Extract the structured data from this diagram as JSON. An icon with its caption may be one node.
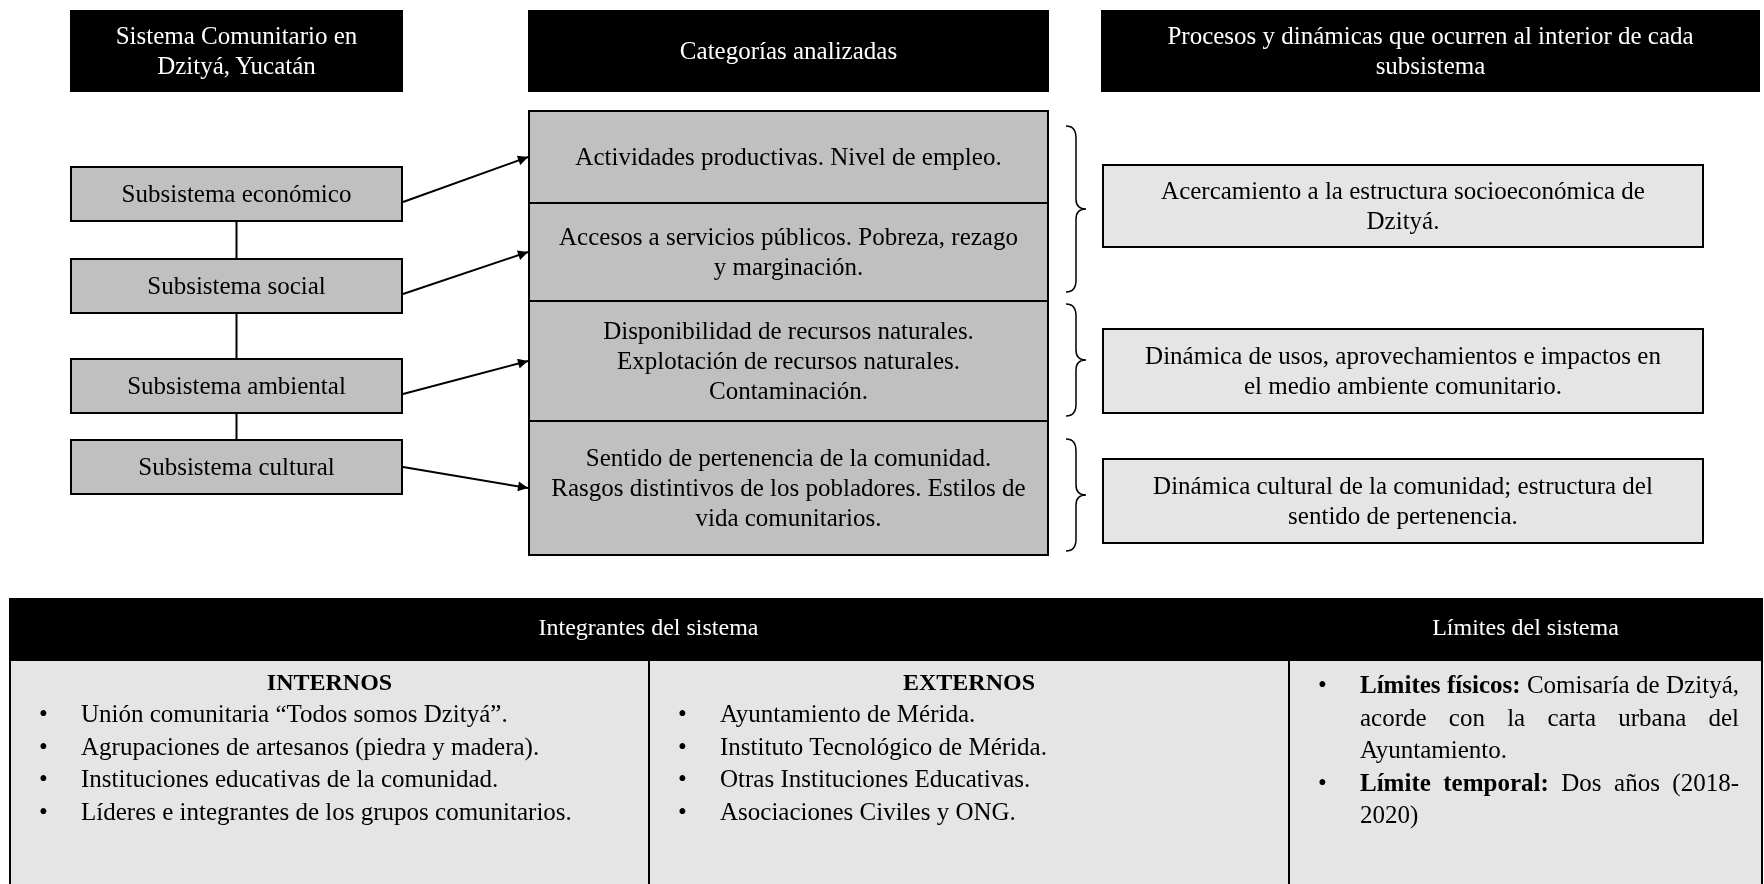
{
  "diagram": {
    "nodes": [
      {
        "text": [
          "Sistema Comunitario en Dzityá, Yucatán"
        ]
      },
      {
        "text": [
          "Categorías analizadas"
        ]
      },
      {
        "text": [
          "Procesos y dinámicas que ocurren al interior de cada subsistema"
        ]
      },
      {
        "text": [
          "Subsistema económico"
        ]
      },
      {
        "text": [
          "Subsistema social"
        ]
      },
      {
        "text": [
          "Subsistema ambiental"
        ]
      },
      {
        "text": [
          "Subsistema cultural"
        ]
      },
      {
        "text": [
          "Actividades productivas. Nivel de empleo."
        ]
      },
      {
        "text": [
          "Accesos a servicios públicos. Pobreza, rezago y marginación."
        ]
      },
      {
        "text": [
          "Disponibilidad de recursos naturales. Explotación de recursos naturales. Contaminación."
        ]
      },
      {
        "text": [
          "Sentido de pertenencia de la comunidad. Rasgos distintivos de los pobladores. Estilos de vida comunitarios."
        ]
      },
      {
        "text": [
          "Acercamiento a la estructura socioeconómica de Dzityá."
        ]
      },
      {
        "text": [
          "Dinámica de usos, aprovechamientos e impactos en el medio ambiente comunitario."
        ]
      },
      {
        "text": [
          "Dinámica cultural de la comunidad; estructura del sentido de pertenencia."
        ]
      }
    ],
    "edges": [
      {
        "from": 3,
        "to": 4,
        "arrow": "none"
      },
      {
        "from": 4,
        "to": 5,
        "arrow": "none"
      },
      {
        "from": 5,
        "to": 6,
        "arrow": "none"
      },
      {
        "from": 3,
        "to": 7,
        "arrow": "to"
      },
      {
        "from": 4,
        "to": 8,
        "arrow": "to"
      },
      {
        "from": 5,
        "to": 9,
        "arrow": "to"
      },
      {
        "from": 6,
        "to": 10,
        "arrow": "to"
      }
    ],
    "labels": [
      "Integrantes del sistema",
      "Límites del sistema",
      "INTERNOS",
      "•",
      "Unión comunitaria “Todos somos Dzityá”.",
      "•",
      "Agrupaciones de artesanos (piedra y madera).",
      "•",
      "Instituciones educativas de la comunidad.",
      "•",
      "Líderes e integrantes de los grupos comunitarios.",
      "EXTERNOS",
      "•",
      "Ayuntamiento de Mérida.",
      "•",
      "Instituto Tecnológico de Mérida.",
      "•",
      "Otras Instituciones Educativas.",
      "•",
      "Asociaciones Civiles y ONG.",
      "•",
      "**Límites físicos:** Comisaría de Dzityá, acorde con la carta urbana del Ayuntamiento.",
      "•",
      "**Límite temporal:** Dos años (2018-2020)"
    ]
  }
}
